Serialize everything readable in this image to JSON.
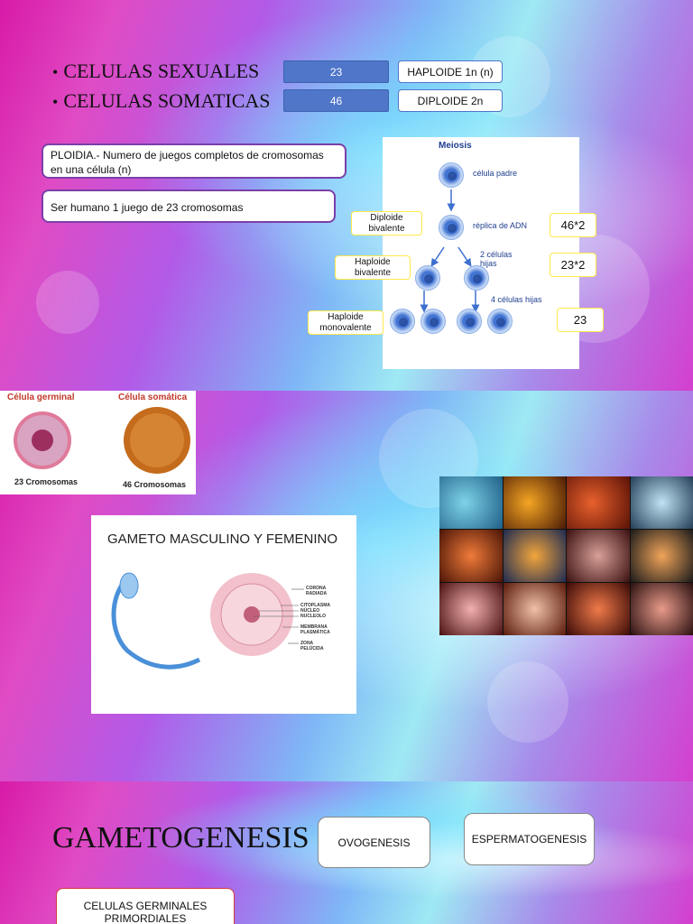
{
  "slide1": {
    "bullets": [
      {
        "text": "CELULAS SEXUALES",
        "count": "23",
        "ploidy": "HAPLOIDE 1n (n)"
      },
      {
        "text": "CELULAS SOMATICAS",
        "count": "46",
        "ploidy": "DIPLOIDE 2n"
      }
    ],
    "ploidia_definition": "PLOIDIA.- Numero de juegos completos de cromosomas en una célula  (n)",
    "human_note": "Ser humano 1 juego de 23 cromosomas",
    "meiosis": {
      "title": "Meiosis",
      "labels": {
        "parent": "célula padre",
        "replica": "réplica de ADN",
        "two_cells": "2 células hijas",
        "four_cells": "4 células hijas"
      }
    },
    "stages": [
      {
        "label": "Diploide bivalente",
        "count": "46*2"
      },
      {
        "label": "Haploide bivalente",
        "count": "23*2"
      },
      {
        "label": "Haploide monovalente",
        "count": "23"
      }
    ]
  },
  "slide2": {
    "germ_cell": {
      "title": "Célula germinal",
      "caption": "23 Cromosomas"
    },
    "somatic_cell": {
      "title": "Célula somática",
      "caption": "46 Cromosomas"
    },
    "gametes": {
      "title": "GAMETO MASCULINO Y FEMENINO",
      "labels": [
        "CORONA RADIADA",
        "CITOPLASMA",
        "NÚCLEO",
        "NUCLEOLO",
        "MEMBRANA PLASMÁTICA",
        "ZONA PELÚCIDA"
      ]
    }
  },
  "slide3": {
    "heading": "GAMETOGENESIS",
    "buttons": [
      "OVOGENESIS",
      "ESPERMATOGENESIS"
    ],
    "primordial": "CELULAS GERMINALES PRIMORDIALES"
  }
}
